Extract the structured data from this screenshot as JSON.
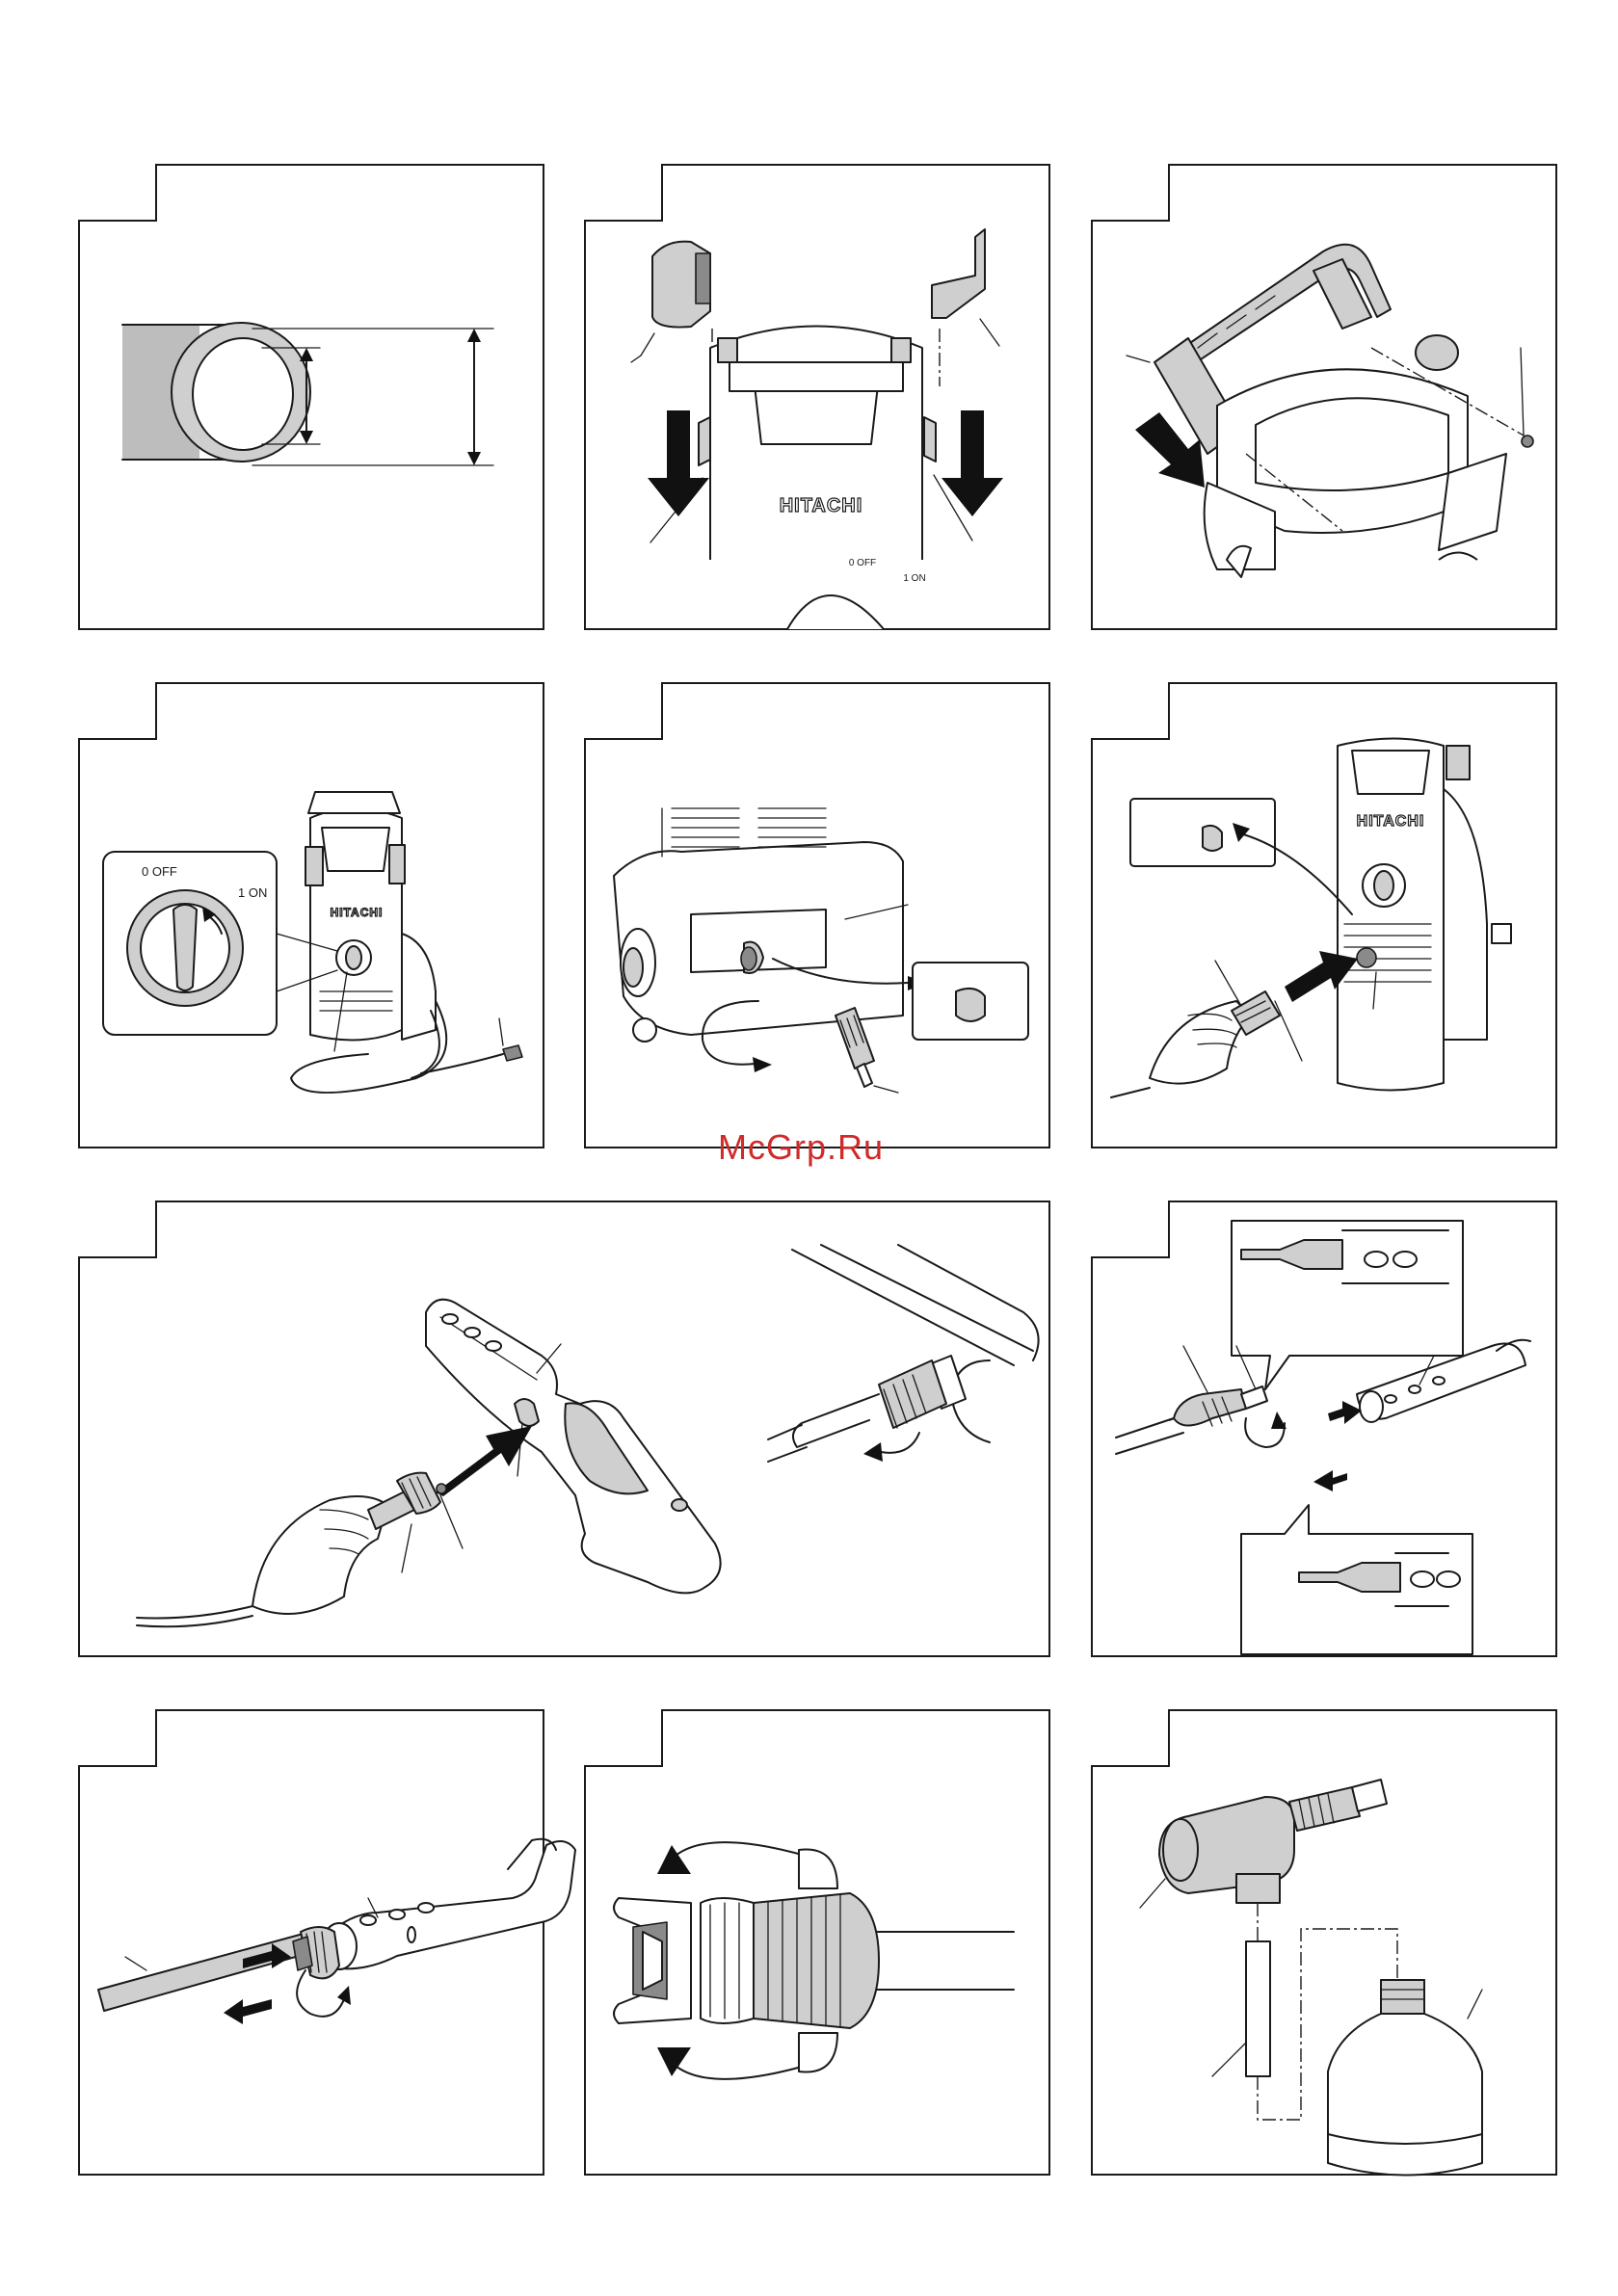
{
  "labels": {
    "brand": "HITACHI",
    "switch_off": "0 OFF",
    "switch_on": "1 ON",
    "watermark": "McGrp.Ru"
  },
  "colors": {
    "line": "#1a1a1a",
    "shade_light": "#cfcfcf",
    "shade_dark": "#8a8a8a",
    "watermark": "#d02a2a"
  },
  "panels": [
    {
      "id": 1,
      "content": "hose-diameter-cross-section"
    },
    {
      "id": 2,
      "content": "attach-side-holders"
    },
    {
      "id": 3,
      "content": "attach-handle-with-screws"
    },
    {
      "id": 4,
      "content": "power-switch-and-cord"
    },
    {
      "id": 5,
      "content": "remove-outlet-cap-and-connect"
    },
    {
      "id": 6,
      "content": "connect-high-pressure-hose"
    },
    {
      "id": 7,
      "content": "connect-hose-to-trigger-gun"
    },
    {
      "id": 8,
      "content": "gun-and-lance-coupling-detail"
    },
    {
      "id": 9,
      "content": "attach-lance-to-gun"
    },
    {
      "id": 10,
      "content": "adjust-nozzle-spray-pattern"
    },
    {
      "id": 11,
      "content": "detergent-bottle-and-suction-tube"
    }
  ]
}
